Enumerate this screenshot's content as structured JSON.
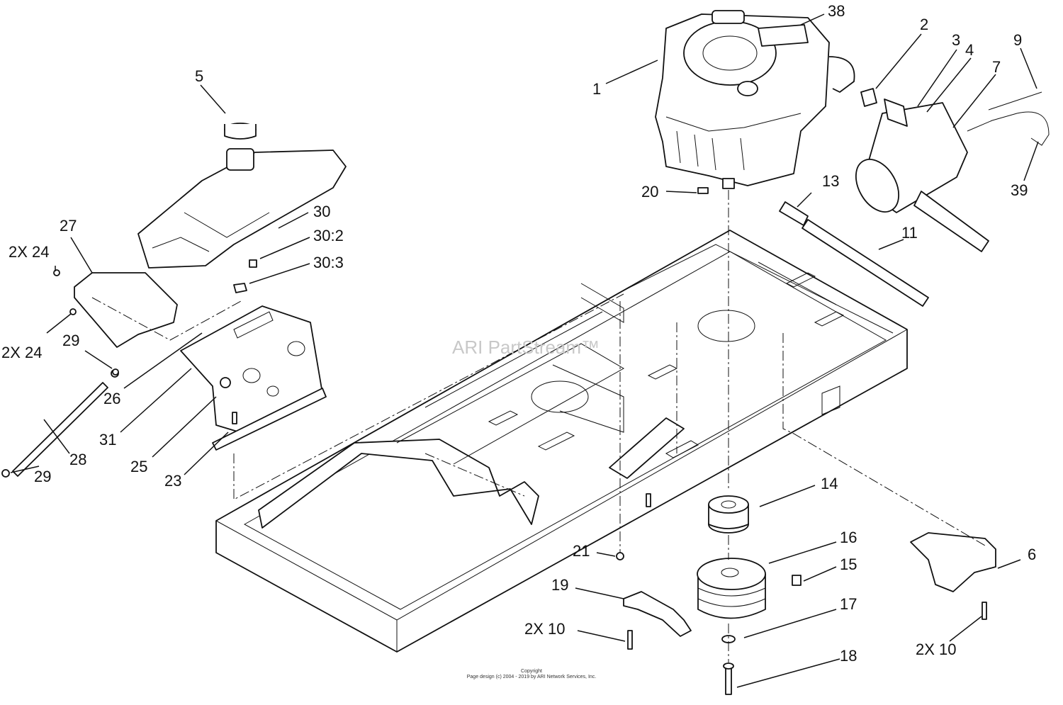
{
  "diagram": {
    "watermark": "ARI PartStream™",
    "copyright_line1": "Copyright",
    "copyright_line2": "Page design (c) 2004 - 2019 by ARI Network Services, Inc.",
    "callouts": {
      "c1": "1",
      "c38": "38",
      "c2": "2",
      "c3": "3",
      "c4": "4",
      "c7": "7",
      "c9": "9",
      "c39": "39",
      "c13": "13",
      "c11": "11",
      "c20": "20",
      "c5": "5",
      "c30": "30",
      "c30_2": "30:2",
      "c30_3": "30:3",
      "c27": "27",
      "c2x24a": "2X 24",
      "c2x24b": "2X 24",
      "c29a": "29",
      "c29b": "29",
      "c26": "26",
      "c31": "31",
      "c28": "28",
      "c25": "25",
      "c23": "23",
      "c14": "14",
      "c16": "16",
      "c15": "15",
      "c17": "17",
      "c18": "18",
      "c21": "21",
      "c19": "19",
      "c2x10a": "2X 10",
      "c2x10b": "2X 10",
      "c6": "6"
    }
  }
}
